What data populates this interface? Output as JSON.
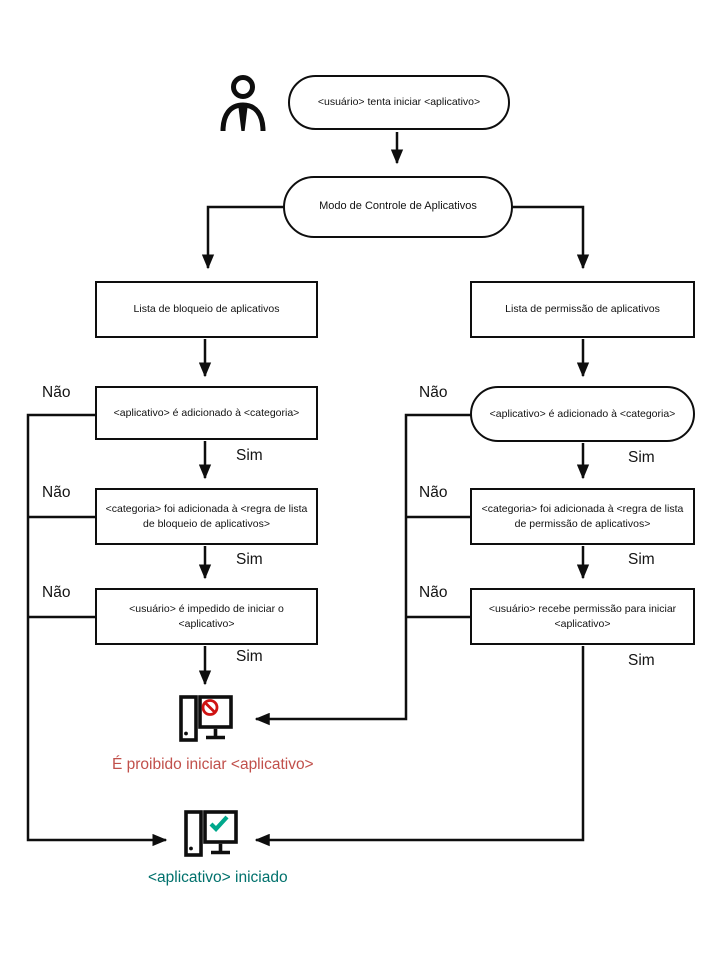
{
  "flowchart": {
    "start": "<usuário> tenta iniciar <aplicativo>",
    "mode": "Modo de Controle de Aplicativos",
    "labels": {
      "no": "Não",
      "yes": "Sim"
    },
    "left": {
      "list": "Lista de bloqueio de aplicativos",
      "step1": "<aplicativo> é adicionado à <categoria>",
      "step2": "<categoria> foi adicionada à <regra de lista de bloqueio de aplicativos>",
      "step3": "<usuário> é impedido de iniciar o <aplicativo>",
      "result": "É proibido iniciar <aplicativo>"
    },
    "right": {
      "list": "Lista de permissão de aplicativos",
      "step1": "<aplicativo> é adicionado à <categoria>",
      "step2": "<categoria> foi adicionada à <regra de lista de permissão de aplicativos>",
      "step3": "<usuário> recebe permissão para iniciar <aplicativo>",
      "result": "<aplicativo> iniciado"
    },
    "icons": {
      "user": "user-icon",
      "blocked_computer": "computer-blocked-icon",
      "started_computer": "computer-started-icon"
    },
    "colors": {
      "line": "#0e0e0e",
      "denied_text": "#c1504b",
      "prohibit_sign": "#cf1313",
      "allowed_text": "#00716c",
      "check": "#00a88c"
    }
  }
}
